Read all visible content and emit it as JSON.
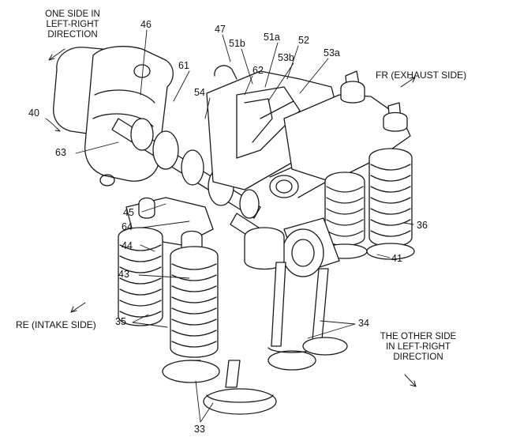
{
  "directions": {
    "one_side": [
      "ONE SIDE IN",
      "LEFT-RIGHT",
      "DIRECTION"
    ],
    "front": "FR (EXHAUST SIDE)",
    "rear": "RE (INTAKE SIDE)",
    "other_side": [
      "THE OTHER SIDE",
      "IN LEFT-RIGHT",
      "DIRECTION"
    ]
  },
  "reference_numerals": {
    "n40": "40",
    "n46": "46",
    "n47": "47",
    "n51b": "51b",
    "n51a": "51a",
    "n52": "52",
    "n53b": "53b",
    "n53a": "53a",
    "n61": "61",
    "n54": "54",
    "n62": "62",
    "n63": "63",
    "n45": "45",
    "n64": "64",
    "n44": "44",
    "n43": "43",
    "n35": "35",
    "n36": "36",
    "n41": "41",
    "n34": "34",
    "n33": "33"
  },
  "colors": {
    "line": "#1a1a1a",
    "fill": "#ffffff"
  }
}
